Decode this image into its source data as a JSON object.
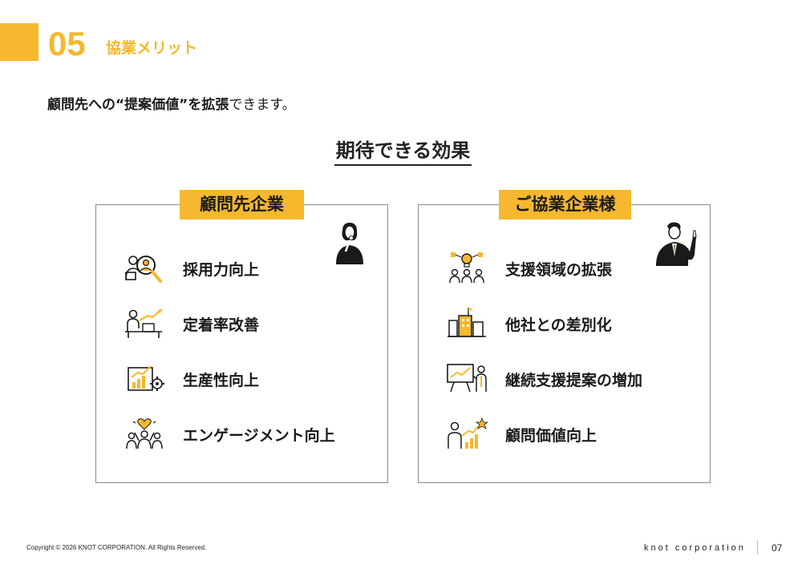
{
  "header": {
    "section_number": "05",
    "section_title": "協業メリット"
  },
  "lead": {
    "strong_part": "顧問先への“提案価値”を拡張",
    "rest": "できます。"
  },
  "effects_title": "期待できる効果",
  "left_panel": {
    "title": "顧問先企業",
    "items": [
      {
        "label": "採用力向上",
        "icon": "magnifier-people-icon"
      },
      {
        "label": "定着率改善",
        "icon": "person-desk-growth-icon"
      },
      {
        "label": "生産性向上",
        "icon": "chart-gear-icon"
      },
      {
        "label": "エンゲージメント向上",
        "icon": "heart-team-icon"
      }
    ]
  },
  "right_panel": {
    "title": "ご協業企業様",
    "items": [
      {
        "label": "支援領域の拡張",
        "icon": "lightbulb-network-icon"
      },
      {
        "label": "他社との差別化",
        "icon": "buildings-flag-icon"
      },
      {
        "label": "継続支援提案の増加",
        "icon": "presentation-board-icon"
      },
      {
        "label": "顧問価値向上",
        "icon": "person-chart-star-icon"
      }
    ]
  },
  "footer": {
    "copyright": "Copyright © 2026 KNOT CORPORATION. All Rights Reserved.",
    "brand": "knot corporation",
    "page": "07"
  },
  "colors": {
    "accent": "#f5b82e",
    "text": "#1a1a1a",
    "border": "#8a8a8a"
  }
}
